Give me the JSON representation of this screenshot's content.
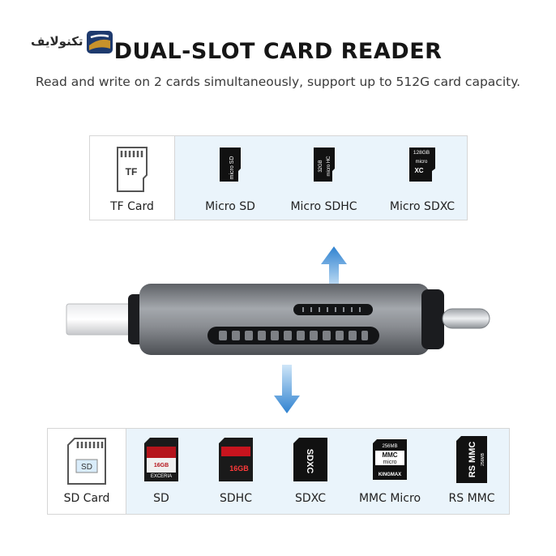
{
  "brand": {
    "logo_text": "تکنولایف",
    "accent": "#c8922b",
    "brand_blue": "#1e3a6e"
  },
  "header": {
    "title": "DUAL-SLOT CARD READER",
    "subtitle": "Read and write on 2 cards simultaneously, support up to 512G card capacity."
  },
  "top_panel": {
    "items": [
      {
        "label": "TF Card",
        "icon": "tf-card-outline-icon",
        "card_text": "TF"
      },
      {
        "label": "Micro SD",
        "icon": "micro-sd-card-icon"
      },
      {
        "label": "Micro SDHC",
        "icon": "micro-sdhc-card-icon",
        "card_text": "32GB"
      },
      {
        "label": "Micro SDXC",
        "icon": "micro-sdxc-card-icon",
        "card_text": "128GB"
      }
    ]
  },
  "bottom_panel": {
    "items": [
      {
        "label": "SD Card",
        "icon": "sd-card-outline-icon",
        "card_text": "SD"
      },
      {
        "label": "SD",
        "icon": "sd-card-icon",
        "card_text": "16GB"
      },
      {
        "label": "SDHC",
        "icon": "sdhc-card-icon",
        "card_text": "16GB"
      },
      {
        "label": "SDXC",
        "icon": "sdxc-card-icon",
        "card_text": "SDXC"
      },
      {
        "label": "MMC Micro",
        "icon": "mmc-micro-card-icon",
        "card_text": "256MB"
      },
      {
        "label": "RS MMC",
        "icon": "rs-mmc-card-icon",
        "card_text": "256MB"
      }
    ]
  },
  "colors": {
    "panel_bg": "#eaf4fb",
    "arrow_blue": "#3f8fd6",
    "device_gray": "#8a8d92"
  }
}
